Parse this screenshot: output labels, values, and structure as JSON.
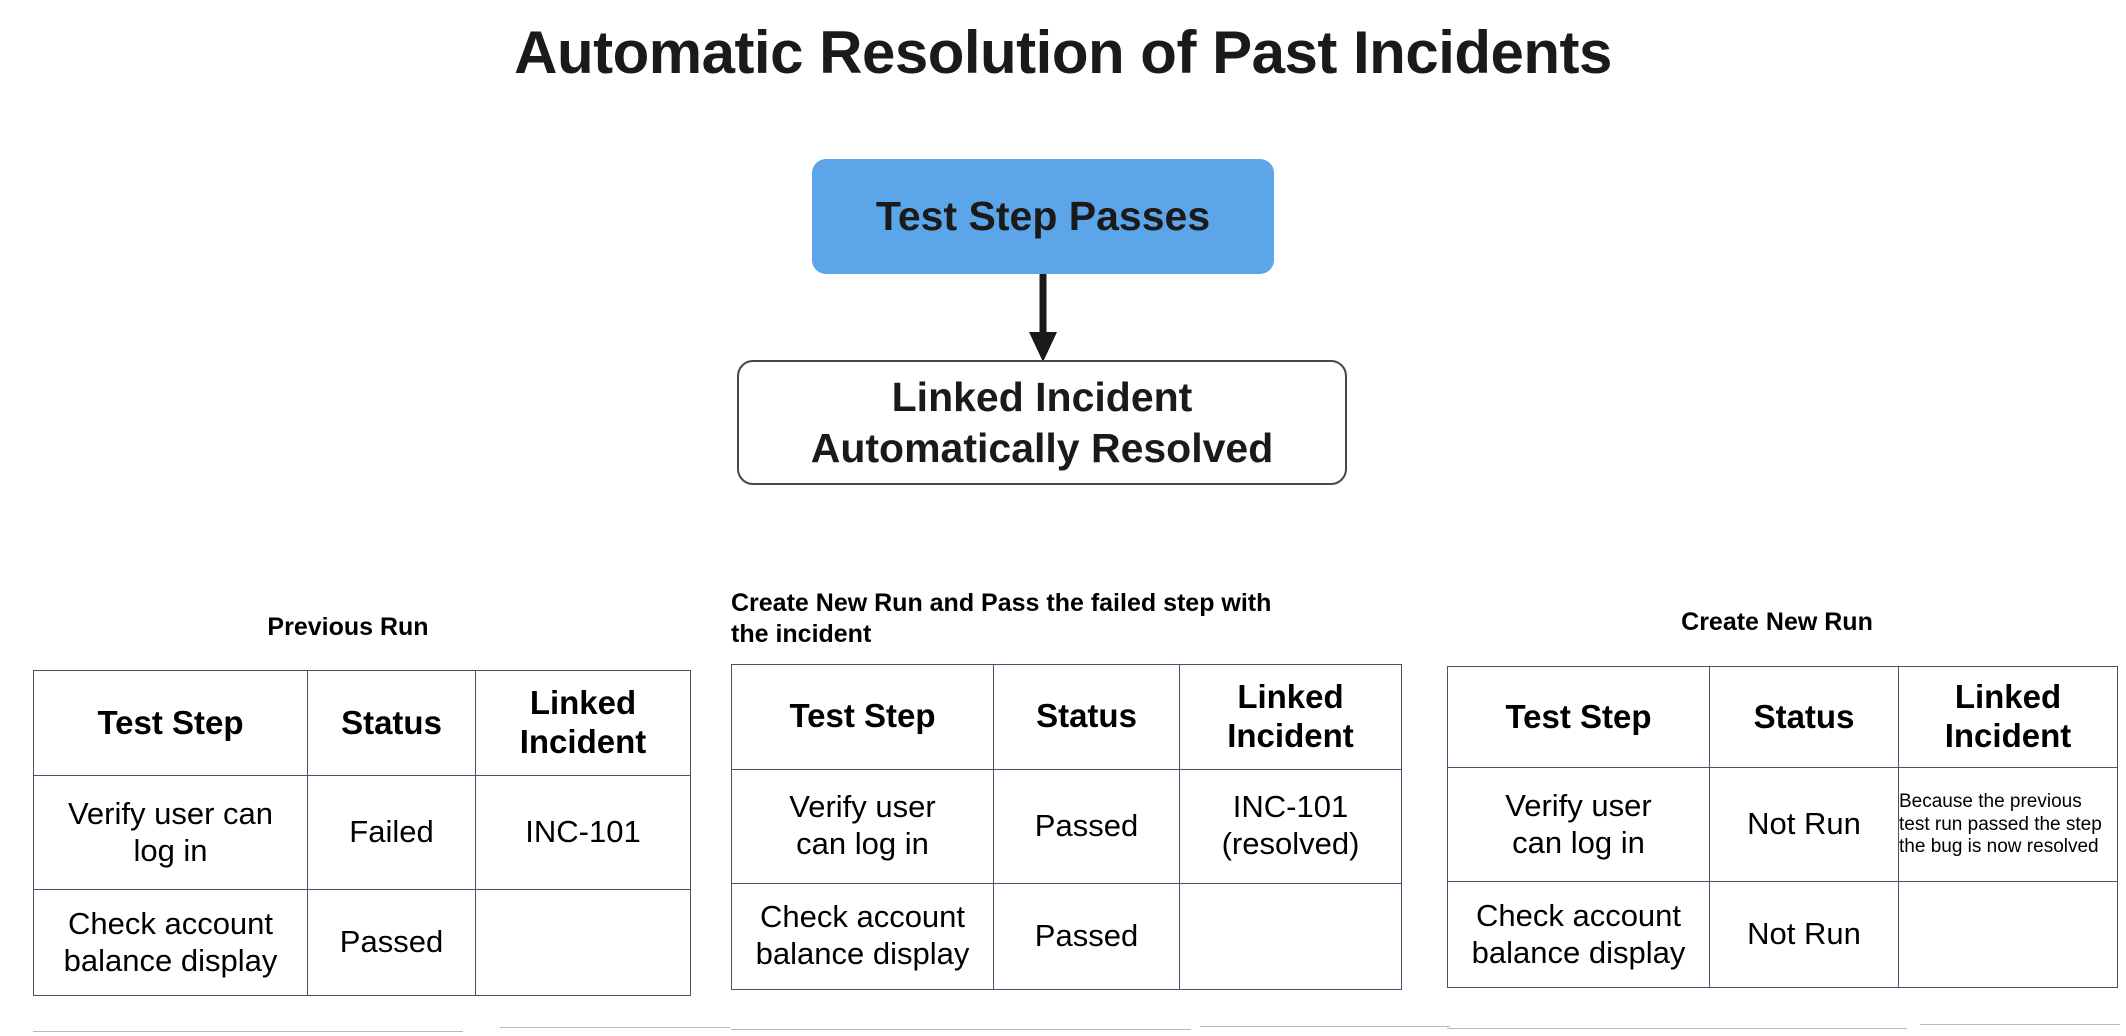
{
  "title": "Automatic Resolution of Past Incidents",
  "flow": {
    "node_pass": "Test Step Passes",
    "node_resolved_line1": "Linked Incident",
    "node_resolved_line2": "Automatically Resolved",
    "arrow_icon": "arrow-down-icon",
    "accent_blue": "#5BA5E8",
    "outline_color": "#3D4A52"
  },
  "colors": {
    "failed": "#FF0000",
    "passed": "#00B050",
    "not_run": "#808080",
    "table_border": "#44546A"
  },
  "tables": [
    {
      "caption": "Previous Run",
      "columns": [
        "Test Step",
        "Status",
        "Linked Incident"
      ],
      "column_headers_wrapped": [
        [
          "Test Step"
        ],
        [
          "Status"
        ],
        [
          "Linked",
          "Incident"
        ]
      ],
      "rows": [
        {
          "step_line1": "Verify user can",
          "step_line2": "log in",
          "status": "Failed",
          "status_state": "failed",
          "incident": "INC-101"
        },
        {
          "step_line1": "Check account",
          "step_line2": "balance display",
          "status": "Passed",
          "status_state": "passed",
          "incident": ""
        }
      ]
    },
    {
      "caption": "Create New Run and Pass the failed step with the incident",
      "caption_line1": "Create New Run and Pass the failed step with",
      "caption_line2": "the incident",
      "columns": [
        "Test Step",
        "Status",
        "Linked Incident"
      ],
      "column_headers_wrapped": [
        [
          "Test Step"
        ],
        [
          "Status"
        ],
        [
          "Linked",
          "Incident"
        ]
      ],
      "rows": [
        {
          "step_line1": "Verify user",
          "step_line2": "can log in",
          "status": "Passed",
          "status_state": "passed",
          "incident_line1": "INC-101",
          "incident_line2": "(resolved)"
        },
        {
          "step_line1": "Check account",
          "step_line2": "balance display",
          "status": "Passed",
          "status_state": "passed",
          "incident_line1": "",
          "incident_line2": ""
        }
      ]
    },
    {
      "caption": "Create New Run",
      "columns": [
        "Test Step",
        "Status",
        "Linked Incident"
      ],
      "column_headers_wrapped": [
        [
          "Test Step"
        ],
        [
          "Status"
        ],
        [
          "Linked",
          "Incident"
        ]
      ],
      "rows": [
        {
          "step_line1": "Verify user",
          "step_line2": "can log in",
          "status": "Not Run",
          "status_state": "not_run",
          "note_line1": "Because the previous",
          "note_line2": "test run passed the step",
          "note_line3": "the bug is now resolved"
        },
        {
          "step_line1": "Check account",
          "step_line2": "balance display",
          "status": "Not Run",
          "status_state": "not_run",
          "note_line1": "",
          "note_line2": "",
          "note_line3": ""
        }
      ]
    }
  ]
}
